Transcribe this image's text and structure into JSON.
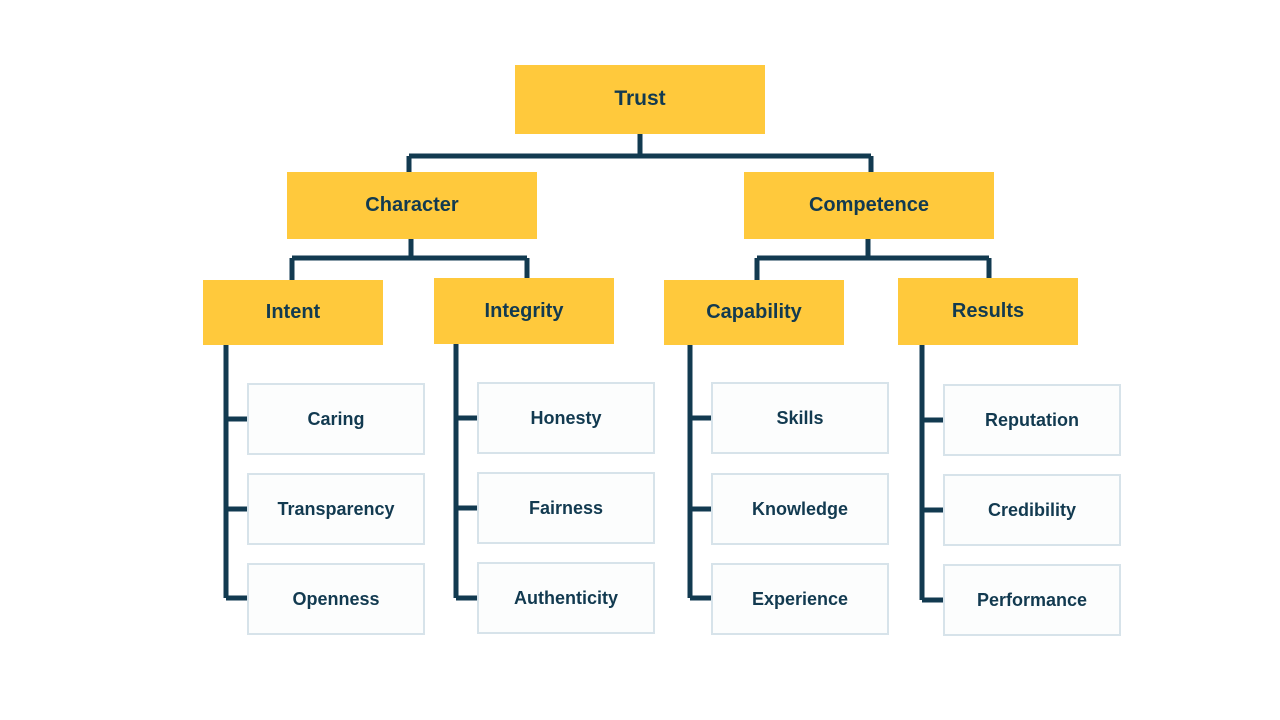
{
  "diagram": {
    "title": "Trust",
    "type": "hierarchy-tree",
    "colors": {
      "accent": "#FFC93C",
      "line": "#123A50",
      "text": "#123A50",
      "leaf_fill": "#FCFDFD",
      "leaf_border": "#D7E3EA",
      "background": "#FFFFFF"
    },
    "root": {
      "label": "Trust"
    },
    "level1": [
      {
        "label": "Character"
      },
      {
        "label": "Competence"
      }
    ],
    "level2": [
      {
        "label": "Intent"
      },
      {
        "label": "Integrity"
      },
      {
        "label": "Capability"
      },
      {
        "label": "Results"
      }
    ],
    "level3": {
      "intent": [
        {
          "label": "Caring"
        },
        {
          "label": "Transparency"
        },
        {
          "label": "Openness"
        }
      ],
      "integrity": [
        {
          "label": "Honesty"
        },
        {
          "label": "Fairness"
        },
        {
          "label": "Authenticity"
        }
      ],
      "capability": [
        {
          "label": "Skills"
        },
        {
          "label": "Knowledge"
        },
        {
          "label": "Experience"
        }
      ],
      "results": [
        {
          "label": "Reputation"
        },
        {
          "label": "Credibility"
        },
        {
          "label": "Performance"
        }
      ]
    }
  }
}
